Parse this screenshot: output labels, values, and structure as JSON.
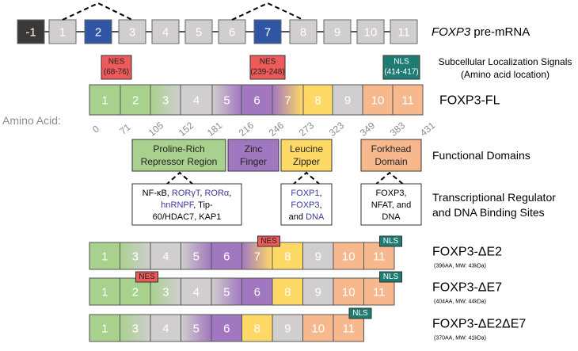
{
  "colors": {
    "green": "#a9d18e",
    "grey": "#d0cece",
    "purple": "#a178bf",
    "yellow": "#ffd966",
    "salmon": "#f8b88e",
    "blue": "#2f55a4",
    "dark": "#3b3838",
    "nes": "#ee5a5a",
    "nls": "#1f7c72",
    "tf_blue": "#3a3a9c"
  },
  "premrna": {
    "label_italic": "FOXP3",
    "label_rest": " pre-mRNA",
    "exons": [
      {
        "text": "-1",
        "fill": "dark"
      },
      {
        "text": "1",
        "fill": "grey"
      },
      {
        "text": "2",
        "fill": "blue"
      },
      {
        "text": "3",
        "fill": "grey"
      },
      {
        "text": "4",
        "fill": "grey"
      },
      {
        "text": "5",
        "fill": "grey"
      },
      {
        "text": "6",
        "fill": "grey"
      },
      {
        "text": "7",
        "fill": "blue"
      },
      {
        "text": "8",
        "fill": "grey"
      },
      {
        "text": "9",
        "fill": "grey"
      },
      {
        "text": "10",
        "fill": "grey"
      },
      {
        "text": "11",
        "fill": "grey"
      }
    ]
  },
  "signals": {
    "title_line1": "Subcellular Localization Signals",
    "title_line2": "(Amino acid location)",
    "items": [
      {
        "line1": "NES",
        "line2": "(68-76)",
        "type": "nes"
      },
      {
        "line1": "NES",
        "line2": "(239-248)",
        "type": "nes"
      },
      {
        "line1": "NLS",
        "line2": "(414-417)",
        "type": "nls"
      }
    ]
  },
  "fl": {
    "label": "FOXP3-FL",
    "exons": [
      {
        "text": "1",
        "fill": "green"
      },
      {
        "text": "2",
        "fill": "green"
      },
      {
        "text": "3",
        "fill": "g_green_grey"
      },
      {
        "text": "4",
        "fill": "grey"
      },
      {
        "text": "5",
        "fill": "g_grey_purple"
      },
      {
        "text": "6",
        "fill": "purple"
      },
      {
        "text": "7",
        "fill": "g_purple_yellow"
      },
      {
        "text": "8",
        "fill": "yellow"
      },
      {
        "text": "9",
        "fill": "grey"
      },
      {
        "text": "10",
        "fill": "salmon"
      },
      {
        "text": "11",
        "fill": "salmon"
      }
    ]
  },
  "amino": {
    "label": "Amino Acid:",
    "ticks": [
      "0",
      "71",
      "105",
      "152",
      "181",
      "216",
      "246",
      "273",
      "323",
      "349",
      "383",
      "431"
    ]
  },
  "domains": {
    "title": "Functional Domains",
    "items": [
      {
        "lines": [
          "Proline-Rich",
          "Repressor Region"
        ],
        "fill": "green"
      },
      {
        "lines": [
          "Zinc",
          "Finger"
        ],
        "fill": "purple"
      },
      {
        "lines": [
          "Leucine",
          "Zipper"
        ],
        "fill": "yellow"
      },
      {
        "lines": [
          "Forkhead",
          "Domain"
        ],
        "fill": "salmon"
      }
    ]
  },
  "regulators": {
    "title_line1": "Transcriptional Regulator",
    "title_line2": "and DNA Binding Sites",
    "boxes": [
      {
        "lines": [
          [
            {
              "t": "NF-κB, ",
              "c": "k"
            },
            {
              "t": "RORγT",
              "c": "b"
            },
            {
              "t": ", ",
              "c": "k"
            },
            {
              "t": "RORα",
              "c": "b"
            },
            {
              "t": ",",
              "c": "k"
            }
          ],
          [
            {
              "t": "hnRNPF",
              "c": "b"
            },
            {
              "t": ", Tip-",
              "c": "k"
            }
          ],
          [
            {
              "t": "60/HDAC7, KAP1",
              "c": "k"
            }
          ]
        ]
      },
      {
        "lines": [
          [
            {
              "t": "FOXP1",
              "c": "b"
            },
            {
              "t": ",",
              "c": "k"
            }
          ],
          [
            {
              "t": "FOXP3",
              "c": "b"
            },
            {
              "t": ",",
              "c": "k"
            }
          ],
          [
            {
              "t": "and ",
              "c": "k"
            },
            {
              "t": "DNA",
              "c": "b"
            }
          ]
        ]
      },
      {
        "lines": [
          [
            {
              "t": "FOXP3,",
              "c": "k"
            }
          ],
          [
            {
              "t": "NFAT, and",
              "c": "k"
            }
          ],
          [
            {
              "t": "DNA",
              "c": "k"
            }
          ]
        ]
      }
    ]
  },
  "isoforms": [
    {
      "name": "FOXP3-ΔE2",
      "sub": "(396AA, MW: 43kDa)",
      "exons": [
        {
          "text": "1",
          "fill": "green"
        },
        {
          "text": "3",
          "fill": "g_green_grey"
        },
        {
          "text": "4",
          "fill": "grey"
        },
        {
          "text": "5",
          "fill": "g_grey_purple"
        },
        {
          "text": "6",
          "fill": "purple"
        },
        {
          "text": "7",
          "fill": "g_purple_yellow"
        },
        {
          "text": "8",
          "fill": "yellow"
        },
        {
          "text": "9",
          "fill": "grey"
        },
        {
          "text": "10",
          "fill": "salmon"
        },
        {
          "text": "11",
          "fill": "salmon"
        }
      ],
      "tags": [
        {
          "text": "NES",
          "type": "nes",
          "at": 5
        },
        {
          "text": "NLS",
          "type": "nls",
          "at": 9
        }
      ]
    },
    {
      "name": "FOXP3-ΔE7",
      "sub": "(404AA, MW: 44kDa)",
      "exons": [
        {
          "text": "1",
          "fill": "green"
        },
        {
          "text": "2",
          "fill": "green"
        },
        {
          "text": "3",
          "fill": "g_green_grey"
        },
        {
          "text": "4",
          "fill": "grey"
        },
        {
          "text": "5",
          "fill": "g_grey_purple"
        },
        {
          "text": "6",
          "fill": "purple"
        },
        {
          "text": "8",
          "fill": "yellow"
        },
        {
          "text": "9",
          "fill": "grey"
        },
        {
          "text": "10",
          "fill": "salmon"
        },
        {
          "text": "11",
          "fill": "salmon"
        }
      ],
      "tags": [
        {
          "text": "NES",
          "type": "nes",
          "at": 1
        },
        {
          "text": "NLS",
          "type": "nls",
          "at": 9
        }
      ]
    },
    {
      "name": "FOXP3-ΔE2ΔE7",
      "sub": "(370AA, MW: 41kDa)",
      "exons": [
        {
          "text": "1",
          "fill": "green"
        },
        {
          "text": "3",
          "fill": "g_green_grey"
        },
        {
          "text": "4",
          "fill": "grey"
        },
        {
          "text": "5",
          "fill": "g_grey_purple"
        },
        {
          "text": "6",
          "fill": "purple"
        },
        {
          "text": "8",
          "fill": "yellow"
        },
        {
          "text": "9",
          "fill": "grey"
        },
        {
          "text": "10",
          "fill": "salmon"
        },
        {
          "text": "11",
          "fill": "salmon"
        }
      ],
      "tags": [
        {
          "text": "NLS",
          "type": "nls",
          "at": 8
        }
      ]
    }
  ]
}
